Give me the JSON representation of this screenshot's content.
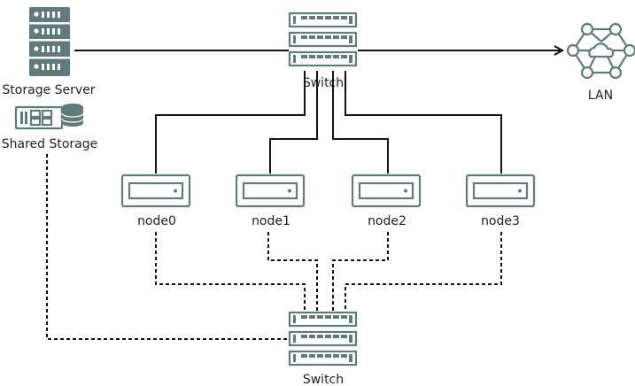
{
  "labels": {
    "storage_server": "Storage Server",
    "shared_storage": "Shared Storage",
    "switch_top": "Switch",
    "switch_bottom": "Switch",
    "lan": "LAN",
    "nodes": [
      "node0",
      "node1",
      "node2",
      "node3"
    ]
  },
  "icons": {
    "storage_server": "server-icon",
    "shared_storage": "storage-array-icon",
    "switch": "network-switch-icon",
    "lan": "network-cloud-icon",
    "node": "compute-node-icon"
  },
  "colors": {
    "icon": "#5f7b7b",
    "line": "#111111",
    "text": "#1f1f1f"
  },
  "line_styles": {
    "top_network": "solid",
    "bottom_network": "dashed"
  }
}
